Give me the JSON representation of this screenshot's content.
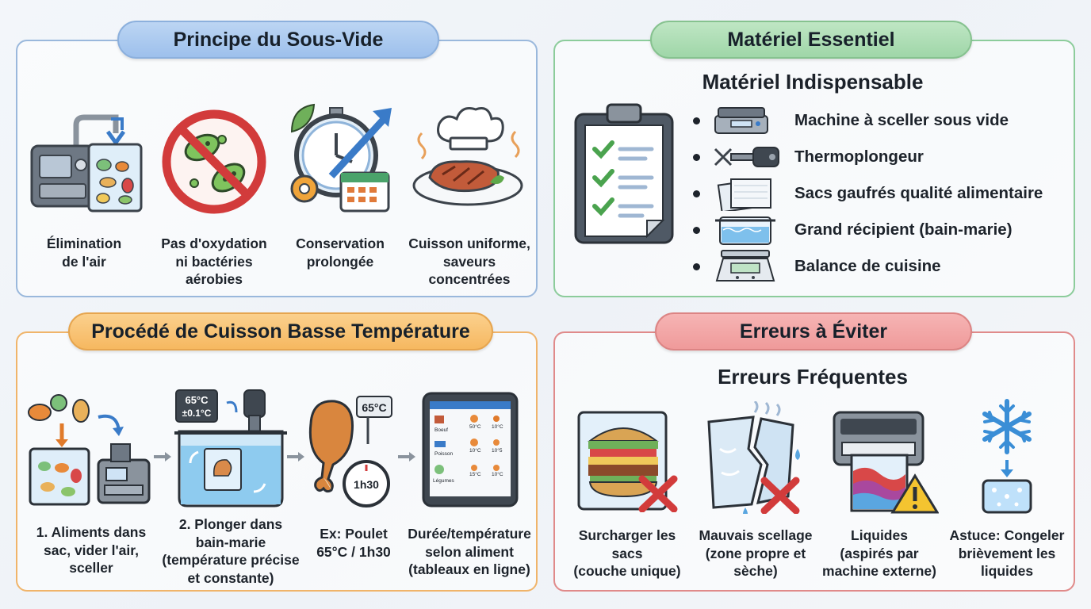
{
  "principle": {
    "title": "Principe du Sous-Vide",
    "items": [
      {
        "icon": "vacuum-machine-icon",
        "lines": [
          "Élimination",
          "de l'air"
        ]
      },
      {
        "icon": "no-bacteria-icon",
        "lines": [
          "Pas d'oxydation",
          "ni bactéries",
          "aérobies"
        ]
      },
      {
        "icon": "clock-calendar-icon",
        "lines": [
          "Conservation",
          "prolongée"
        ]
      },
      {
        "icon": "chef-steak-icon",
        "lines": [
          "Cuisson uniforme,",
          "saveurs",
          "concentrées"
        ]
      }
    ]
  },
  "equipment": {
    "title": "Matériel Essentiel",
    "subtitle": "Matériel Indispensable",
    "items": [
      {
        "icon": "vacuum-sealer-icon",
        "label": "Machine à sceller sous vide"
      },
      {
        "icon": "immersion-circulator-icon",
        "label": "Thermoplongeur"
      },
      {
        "icon": "embossed-bags-icon",
        "label": "Sacs gaufrés qualité alimentaire"
      },
      {
        "icon": "water-container-icon",
        "label": "Grand récipient (bain-marie)"
      },
      {
        "icon": "kitchen-scale-icon",
        "label": "Balance de cuisine"
      }
    ]
  },
  "process": {
    "title": "Procédé de Cuisson Basse Température",
    "steps": [
      {
        "icon": "food-bag-sealer-icon",
        "lines": [
          "1. Aliments dans",
          "sac, vider l'air,",
          "sceller"
        ]
      },
      {
        "icon": "water-bath-icon",
        "lines": [
          "2. Plonger dans",
          "bain-marie",
          "(température précise",
          "et constante)"
        ],
        "display_temp": [
          "65°C",
          "±0.1°C"
        ]
      },
      {
        "icon": "chicken-thermometer-icon",
        "lines": [
          "Ex: Poulet",
          "65°C / 1h30"
        ],
        "thermo": "65°C",
        "timer": "1h30"
      },
      {
        "icon": "tablet-chart-icon",
        "lines": [
          "Durée/température",
          "selon aliment",
          "(tableaux en ligne)"
        ]
      }
    ],
    "tablet_rows": [
      {
        "name": "Boeuf",
        "a": "50°C",
        "b": "10°C"
      },
      {
        "name": "Poisson",
        "a": "10°C",
        "b": "10°5"
      },
      {
        "name": "Légumes",
        "a": "15°C",
        "b": "10°C"
      }
    ]
  },
  "errors": {
    "title": "Erreurs à Éviter",
    "subtitle": "Erreurs Fréquentes",
    "items": [
      {
        "icon": "overfilled-bag-icon",
        "lines": [
          "Surcharger les",
          "sacs",
          "(couche unique)"
        ]
      },
      {
        "icon": "torn-bag-icon",
        "lines": [
          "Mauvais scellage",
          "(zone propre et",
          "sèche)"
        ]
      },
      {
        "icon": "liquid-sealer-warning-icon",
        "lines": [
          "Liquides",
          "(aspirés par",
          "machine externe)"
        ]
      },
      {
        "icon": "snowflake-icon",
        "lines": [
          "Astuce: Congeler",
          "brièvement les",
          "liquides"
        ]
      }
    ]
  },
  "colors": {
    "blue_pill": "#a9c8ef",
    "green_pill": "#a8dcb0",
    "orange_pill": "#f8c170",
    "red_pill": "#f2a0a0",
    "blue_border": "#9ab8dc",
    "green_border": "#8ccc9b",
    "orange_border": "#f0b46a",
    "red_border": "#e08a8a"
  }
}
